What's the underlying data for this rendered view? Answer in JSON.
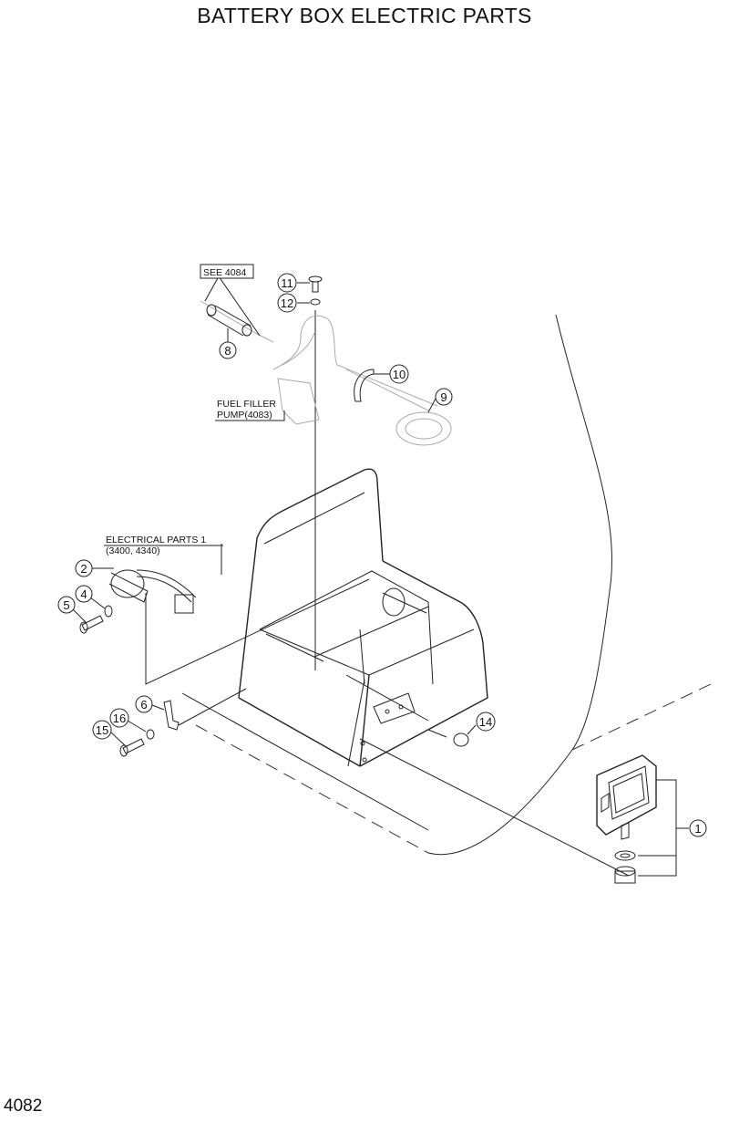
{
  "title": "BATTERY BOX ELECTRIC PARTS",
  "page_number": "4082",
  "labels": {
    "see_ref": "SEE 4084",
    "fuel_filler_line1": "FUEL FILLER",
    "fuel_filler_line2": "PUMP(4083)",
    "electrical_line1": "ELECTRICAL PARTS 1",
    "electrical_line2": "(3400, 4340)"
  },
  "callouts": {
    "c1": "1",
    "c2": "2",
    "c4": "4",
    "c5": "5",
    "c6": "6",
    "c8": "8",
    "c9": "9",
    "c10": "10",
    "c11": "11",
    "c12": "12",
    "c14": "14",
    "c15": "15",
    "c16": "16"
  }
}
